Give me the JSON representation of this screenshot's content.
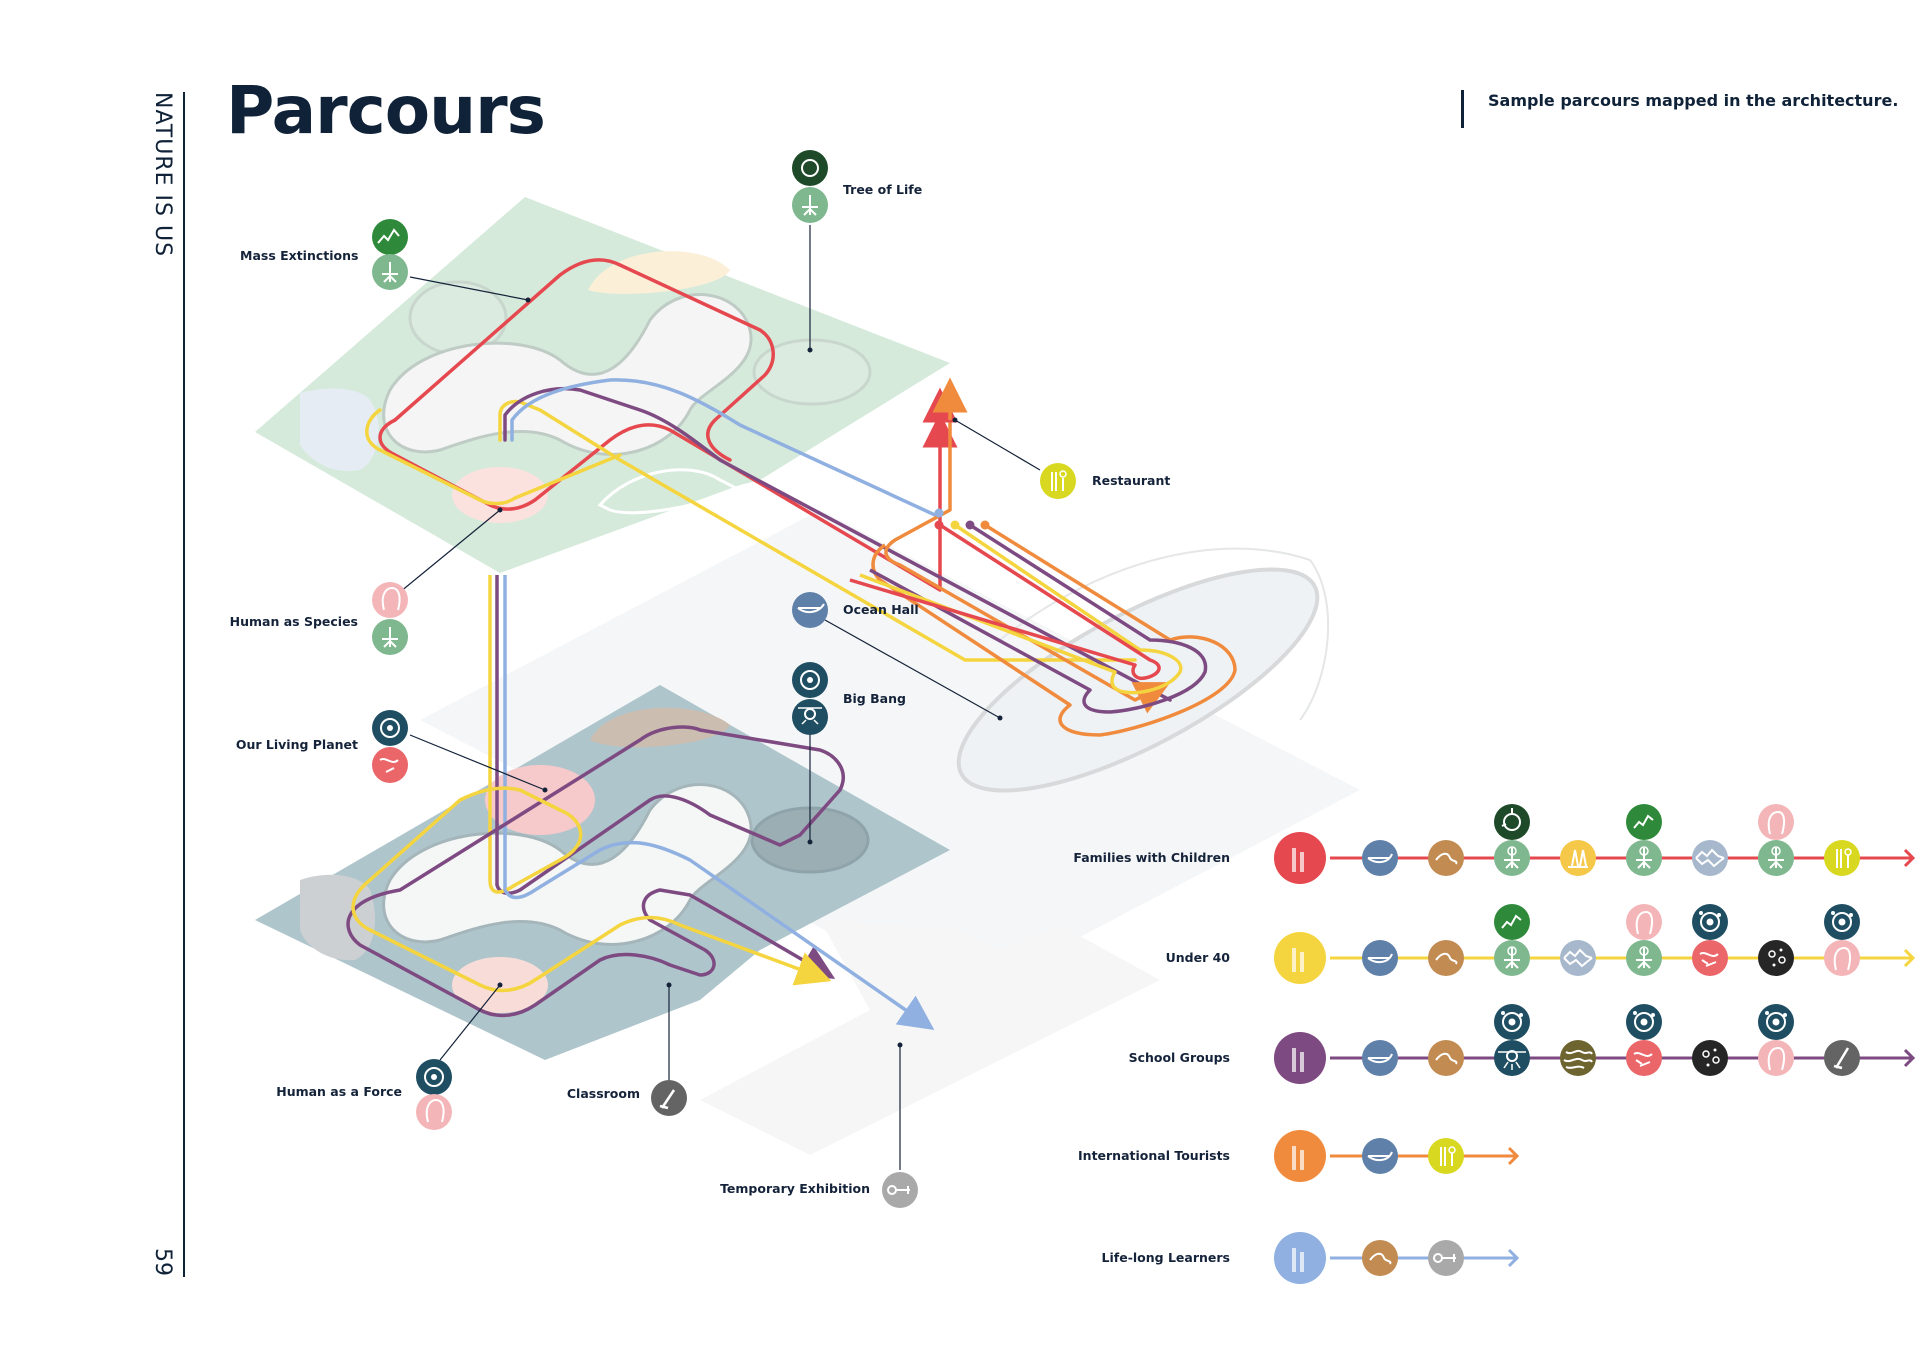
{
  "header": {
    "section": "NATURE IS US",
    "page_number": "59",
    "title": "Parcours",
    "subtitle": "Sample parcours mapped in the architecture."
  },
  "colors": {
    "families": "#e5484f",
    "under40": "#f5d53f",
    "school": "#7e4a82",
    "tourists": "#f08a3c",
    "learners": "#8fb0e0",
    "upper_floor": "#d5eadb",
    "lower_floor": "#afc5cc",
    "ink": "#0f2238"
  },
  "exhibits": {
    "mass_extinctions": {
      "label": "Mass Extinctions",
      "icons": [
        "extinction-graph-icon",
        "tree-of-life-icon"
      ]
    },
    "tree_of_life": {
      "label": "Tree of Life",
      "icons": [
        "cell-icon",
        "tree-of-life-icon"
      ]
    },
    "restaurant": {
      "label": "Restaurant",
      "icons": [
        "restaurant-icon"
      ]
    },
    "human_as_species": {
      "label": "Human as Species",
      "icons": [
        "human-head-icon",
        "tree-of-life-icon"
      ]
    },
    "ocean_hall": {
      "label": "Ocean Hall",
      "icons": [
        "whale-icon"
      ]
    },
    "big_bang": {
      "label": "Big Bang",
      "icons": [
        "planet-orbit-icon",
        "eye-burst-icon"
      ]
    },
    "our_living_planet": {
      "label": "Our Living Planet",
      "icons": [
        "planet-orbit-icon",
        "earth-continents-icon"
      ]
    },
    "human_as_a_force": {
      "label": "Human as a Force",
      "icons": [
        "planet-orbit-icon",
        "human-head-icon"
      ]
    },
    "classroom": {
      "label": "Classroom",
      "icons": [
        "pencil-icon"
      ]
    },
    "temporary_exhibition": {
      "label": "Temporary Exhibition",
      "icons": [
        "key-icon"
      ]
    }
  },
  "legend": [
    {
      "name": "Families with Children",
      "color": "#e5484f",
      "stops": [
        {
          "main": "whale-icon"
        },
        {
          "main": "footprint-icon"
        },
        {
          "main": "tree-of-life-icon",
          "top": "cell-icon"
        },
        {
          "main": "forest-icon"
        },
        {
          "main": "tree-of-life-icon",
          "top": "extinction-graph-icon"
        },
        {
          "main": "iceberg-icon"
        },
        {
          "main": "tree-of-life-icon",
          "top": "human-head-icon"
        },
        {
          "main": "restaurant-icon"
        }
      ]
    },
    {
      "name": "Under 40",
      "color": "#f5d53f",
      "stops": [
        {
          "main": "whale-icon"
        },
        {
          "main": "footprint-icon"
        },
        {
          "main": "tree-of-life-icon",
          "top": "extinction-graph-icon"
        },
        {
          "main": "iceberg-icon"
        },
        {
          "main": "tree-of-life-icon",
          "top": "human-head-icon"
        },
        {
          "main": "earth-continents-icon",
          "top": "planet-orbit-icon"
        },
        {
          "main": "moon-craters-icon"
        },
        {
          "main": "human-head-icon",
          "top": "planet-orbit-icon"
        }
      ]
    },
    {
      "name": "School Groups",
      "color": "#7e4a82",
      "stops": [
        {
          "main": "whale-icon"
        },
        {
          "main": "footprint-icon"
        },
        {
          "main": "eye-burst-icon",
          "top": "planet-orbit-icon"
        },
        {
          "main": "terrain-icon"
        },
        {
          "main": "earth-continents-icon",
          "top": "planet-orbit-icon"
        },
        {
          "main": "moon-craters-icon"
        },
        {
          "main": "human-head-icon",
          "top": "planet-orbit-icon"
        },
        {
          "main": "pencil-icon"
        }
      ]
    },
    {
      "name": "International Tourists",
      "color": "#f08a3c",
      "stops": [
        {
          "main": "whale-icon"
        },
        {
          "main": "restaurant-icon"
        }
      ]
    },
    {
      "name": "Life-long Learners",
      "color": "#8fb0e0",
      "stops": [
        {
          "main": "footprint-icon"
        },
        {
          "main": "key-icon"
        }
      ]
    }
  ]
}
